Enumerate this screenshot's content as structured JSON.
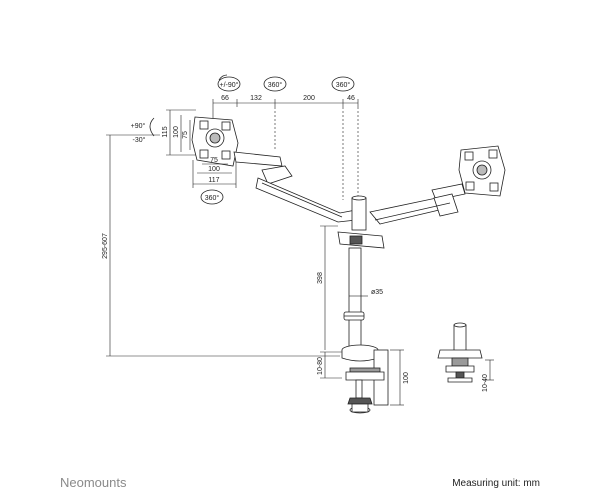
{
  "brand": {
    "name": "Neomounts",
    "color": "#8a8a8a"
  },
  "footer": {
    "measuring_unit": "Measuring unit: mm"
  },
  "rotation_labels": {
    "swivel_tilt": "+/-90°",
    "rotation_a": "360°",
    "rotation_b": "360°",
    "rotation_c": "360°"
  },
  "tilt": {
    "up": "+90°",
    "down": "-30°"
  },
  "dimensions": {
    "top": [
      "66",
      "132",
      "200",
      "46"
    ],
    "vesa_vertical": [
      "115",
      "100",
      "75"
    ],
    "vesa_horizontal": [
      "75",
      "100",
      "117"
    ],
    "height_range": "295-607",
    "pole_height": "398",
    "pole_diameter": "ø35",
    "clamp_range": "10-80",
    "clamp_height": "100",
    "grommet_range": "10-40"
  },
  "colors": {
    "line": "#222222",
    "fill": "#ffffff",
    "shade": "#9a9a9a"
  }
}
